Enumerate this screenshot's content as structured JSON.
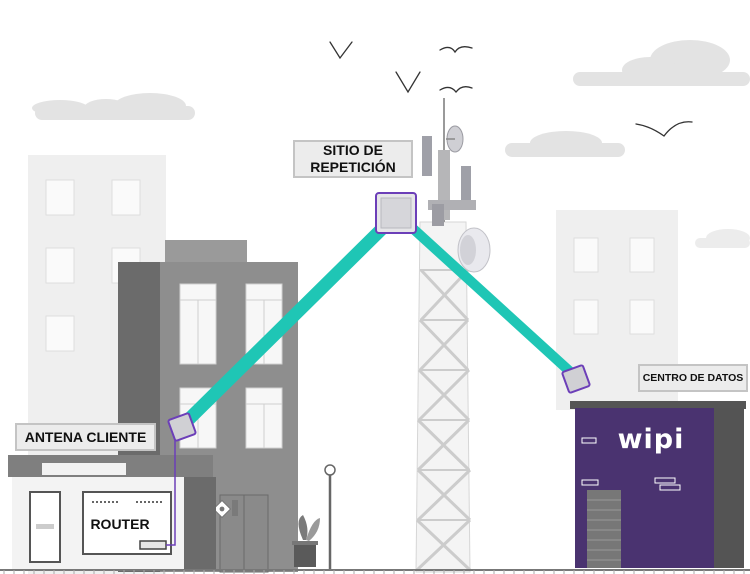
{
  "labels": {
    "repeater": "SITIO DE REPETICIÓN",
    "client_antenna": "ANTENA CLIENTE",
    "router": "ROUTER",
    "data_center": "CENTRO DE DATOS"
  },
  "brand": {
    "name": "wipi"
  },
  "links": [
    {
      "from": "client-antenna",
      "to": "repeater-antenna"
    },
    {
      "from": "repeater-antenna",
      "to": "data-center-antenna"
    }
  ],
  "colors": {
    "link": "#1fc6b5",
    "antenna_border": "#6c3fb8",
    "data_center": "#4a3370",
    "building_dark": "#8a8a8a",
    "building_light": "#f0f0f0",
    "cloud": "#e3e3e3"
  },
  "icons": [
    "cloud-icon",
    "bird-icon",
    "antenna-icon",
    "dish-icon",
    "street-lamp-icon",
    "plant-pot-icon",
    "door-sign-icon"
  ]
}
